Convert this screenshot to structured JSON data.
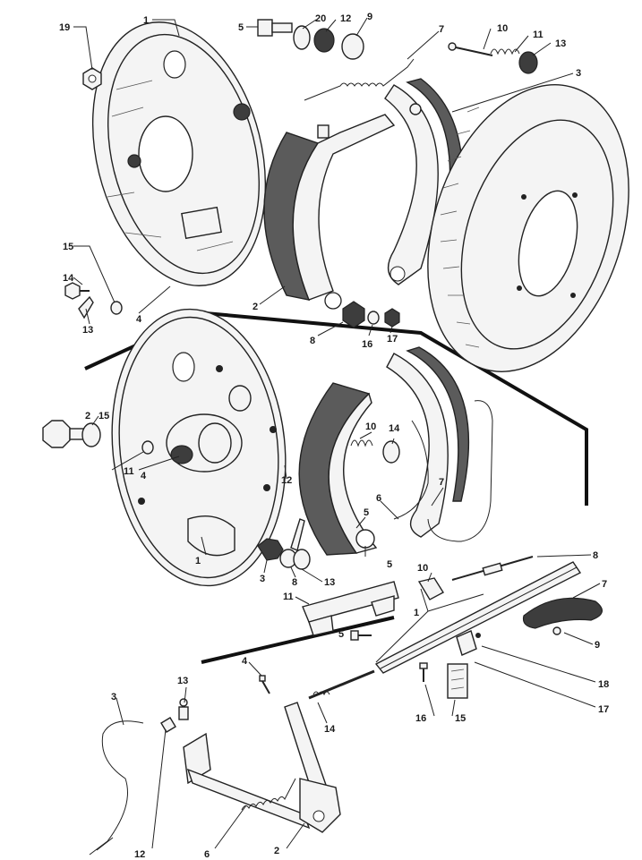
{
  "diagram": {
    "labels": [
      {
        "id": "top-19",
        "text": "19"
      },
      {
        "id": "top-1",
        "text": "1"
      },
      {
        "id": "top-5",
        "text": "5"
      },
      {
        "id": "top-20",
        "text": "20"
      },
      {
        "id": "top-12",
        "text": "12"
      },
      {
        "id": "top-9",
        "text": "9"
      },
      {
        "id": "top-7",
        "text": "7"
      },
      {
        "id": "top-10",
        "text": "10"
      },
      {
        "id": "top-11",
        "text": "11"
      },
      {
        "id": "top-13",
        "text": "13"
      },
      {
        "id": "top-3",
        "text": "3"
      },
      {
        "id": "top-15",
        "text": "15"
      },
      {
        "id": "top-14",
        "text": "14"
      },
      {
        "id": "top-13b",
        "text": "13"
      },
      {
        "id": "top-4",
        "text": "4"
      },
      {
        "id": "top-2",
        "text": "2"
      },
      {
        "id": "top-8",
        "text": "8"
      },
      {
        "id": "top-16",
        "text": "16"
      },
      {
        "id": "top-17",
        "text": "17"
      },
      {
        "id": "mid-2",
        "text": "2"
      },
      {
        "id": "mid-15",
        "text": "15"
      },
      {
        "id": "mid-11",
        "text": "11"
      },
      {
        "id": "mid-4",
        "text": "4"
      },
      {
        "id": "mid-12",
        "text": "12"
      },
      {
        "id": "mid-10",
        "text": "10"
      },
      {
        "id": "mid-14",
        "text": "14"
      },
      {
        "id": "mid-6",
        "text": "6"
      },
      {
        "id": "mid-7",
        "text": "7"
      },
      {
        "id": "mid-5a",
        "text": "5"
      },
      {
        "id": "mid-5b",
        "text": "5"
      },
      {
        "id": "mid-1",
        "text": "1"
      },
      {
        "id": "mid-3",
        "text": "3"
      },
      {
        "id": "mid-8",
        "text": "8"
      },
      {
        "id": "mid-13",
        "text": "13"
      },
      {
        "id": "mid-11b",
        "text": "11"
      },
      {
        "id": "mid-5c",
        "text": "5"
      },
      {
        "id": "hb-8",
        "text": "8"
      },
      {
        "id": "hb-10",
        "text": "10"
      },
      {
        "id": "hb-7",
        "text": "7"
      },
      {
        "id": "hb-1",
        "text": "1"
      },
      {
        "id": "hb-9",
        "text": "9"
      },
      {
        "id": "hb-18",
        "text": "18"
      },
      {
        "id": "hb-17",
        "text": "17"
      },
      {
        "id": "hb-16",
        "text": "16"
      },
      {
        "id": "hb-15",
        "text": "15"
      },
      {
        "id": "hb-4",
        "text": "4"
      },
      {
        "id": "hb-14",
        "text": "14"
      },
      {
        "id": "bot-13",
        "text": "13"
      },
      {
        "id": "bot-3",
        "text": "3"
      },
      {
        "id": "bot-12",
        "text": "12"
      },
      {
        "id": "bot-6",
        "text": "6"
      },
      {
        "id": "bot-2",
        "text": "2"
      }
    ]
  }
}
